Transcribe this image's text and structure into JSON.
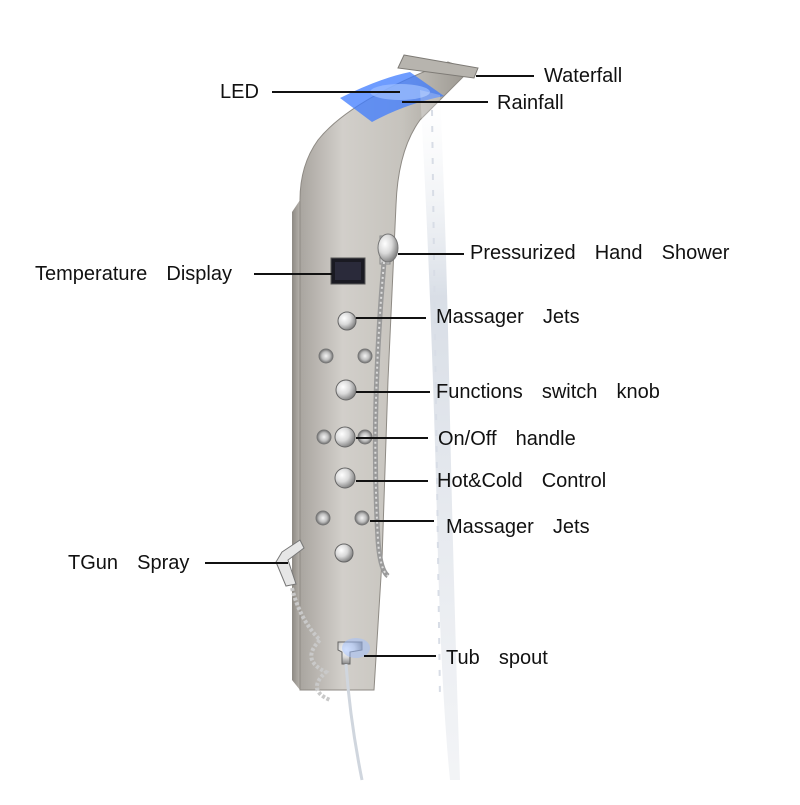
{
  "labels": {
    "led": "LED",
    "waterfall": "Waterfall",
    "rainfall": "Rainfall",
    "hand_shower": "Pressurized  Hand  Shower",
    "temp_display": "Temperature  Display",
    "massager_jets_upper": "Massager  Jets",
    "functions_knob": "Functions  switch  knob",
    "on_off": "On/Off  handle",
    "hot_cold": "Hot&Cold  Control",
    "massager_jets_lower": "Massager  Jets",
    "tgun_spray": "TGun  Spray",
    "tub_spout": "Tub  spout"
  },
  "colors": {
    "panel": "#c9c6c0",
    "panel_shadow": "#9c9892",
    "chrome": "#e8e8e8",
    "led_blue": "#3d7bff",
    "display": "#1a1a22",
    "leader": "#111111"
  }
}
